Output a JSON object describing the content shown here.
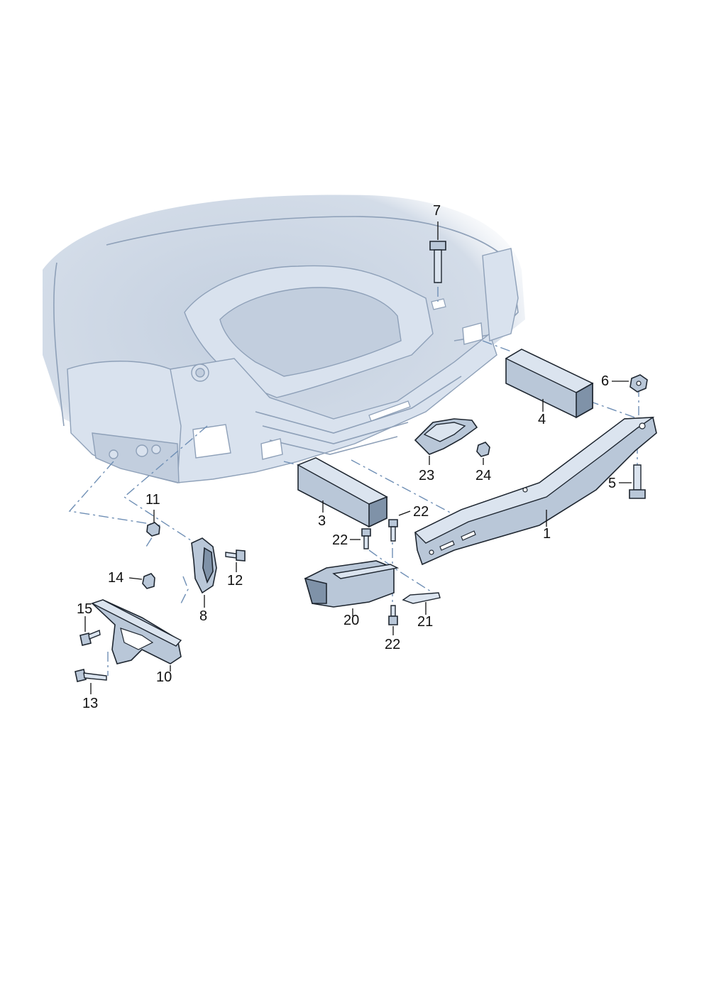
{
  "callouts": [
    {
      "id": "c7",
      "label": "7"
    },
    {
      "id": "c6",
      "label": "6"
    },
    {
      "id": "c4",
      "label": "4"
    },
    {
      "id": "c5",
      "label": "5"
    },
    {
      "id": "c23",
      "label": "23"
    },
    {
      "id": "c24",
      "label": "24"
    },
    {
      "id": "c11",
      "label": "11"
    },
    {
      "id": "c3",
      "label": "3"
    },
    {
      "id": "c22a",
      "label": "22"
    },
    {
      "id": "c22b",
      "label": "22"
    },
    {
      "id": "c1",
      "label": "1"
    },
    {
      "id": "c14",
      "label": "14"
    },
    {
      "id": "c12",
      "label": "12"
    },
    {
      "id": "c8",
      "label": "8"
    },
    {
      "id": "c15",
      "label": "15"
    },
    {
      "id": "c20",
      "label": "20"
    },
    {
      "id": "c21",
      "label": "21"
    },
    {
      "id": "c22c",
      "label": "22"
    },
    {
      "id": "c10",
      "label": "10"
    },
    {
      "id": "c13",
      "label": "13"
    }
  ],
  "colors": {
    "body_shading": "#c9d5e4",
    "part_fill": "#b9c7d8",
    "phantom_line": "#6f8fb5",
    "outline": "#1e2630"
  }
}
